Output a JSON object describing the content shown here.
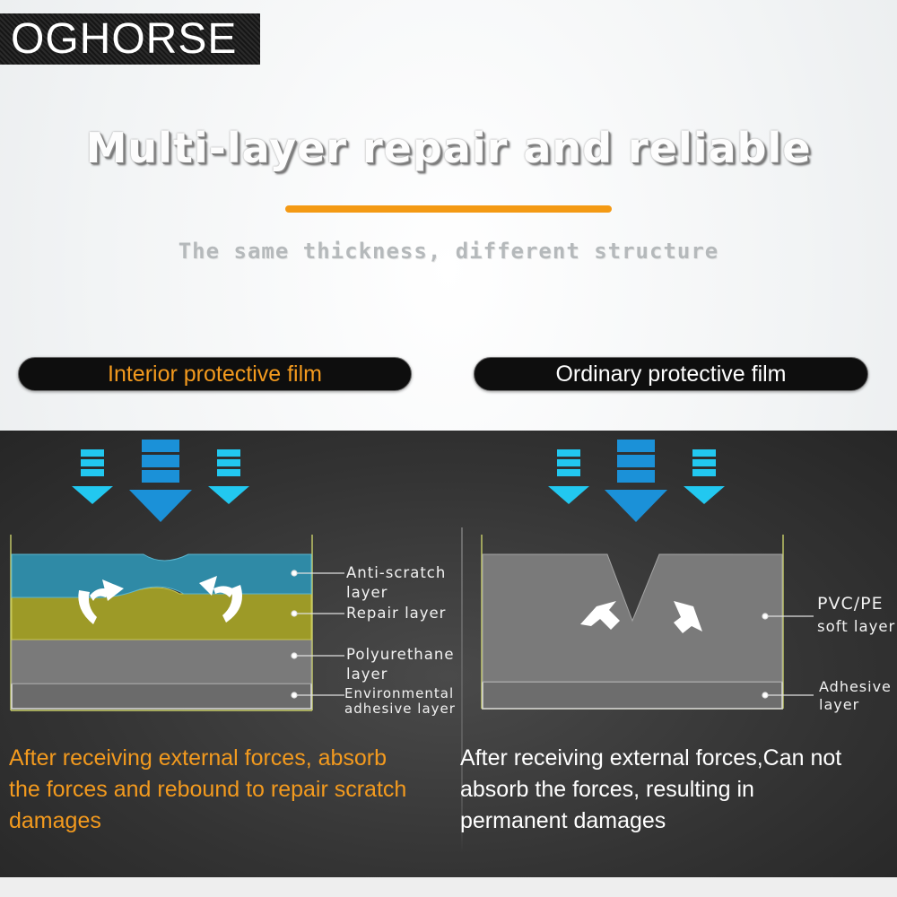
{
  "brand": {
    "name": "OGHORSE"
  },
  "headline": "Multi-layer repair and reliable",
  "subheadline": "The same thickness, different structure",
  "colors": {
    "accent_orange": "#f49a14",
    "anti_scratch_blue": "#2f8aa6",
    "repair_yellow": "#9d9a27",
    "arrow_cyan": "#22c8f0",
    "arrow_blue": "#1b91d8"
  },
  "interior": {
    "title": "Interior  protective film",
    "layers": {
      "anti_scratch": "Anti-scratch\nlayer",
      "repair": "Repair layer",
      "polyurethane": "Polyurethane\nlayer",
      "adhesive": "Environmental\nadhesive layer"
    },
    "caption": "After receiving external forces, absorb\nthe forces and rebound to repair scratch\ndamages",
    "icons": [
      "down-arrow-icon",
      "rebound-arrow-icon"
    ]
  },
  "ordinary": {
    "title": "Ordinary protective film",
    "layers": {
      "soft_title": "PVC/PE",
      "soft_sub": "soft layer",
      "adhesive": "Adhesive\nlayer"
    },
    "caption": "After receiving external forces,Can not\nabsorb the forces, resulting in\npermanent damages",
    "icons": [
      "down-arrow-icon",
      "spread-arrow-icon"
    ]
  }
}
